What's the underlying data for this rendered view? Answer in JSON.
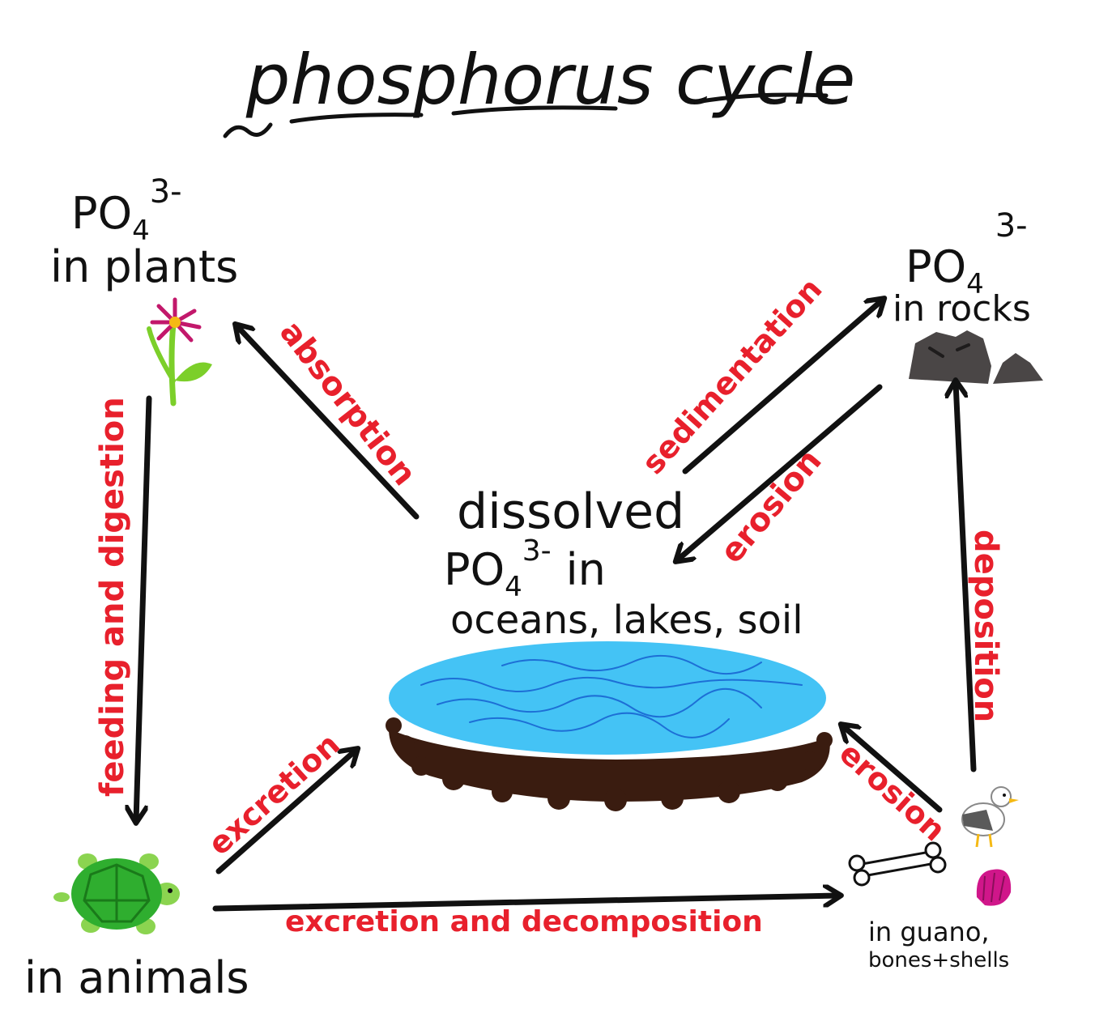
{
  "title": "phosphorus cycle",
  "nodes": {
    "plants": {
      "formula": "PO",
      "sub": "4",
      "charge": "3-",
      "text": "in plants"
    },
    "rocks": {
      "formula": "PO",
      "sub": "4",
      "charge": "3-",
      "text": "in rocks"
    },
    "dissolved": {
      "line1": "dissolved",
      "formula": "PO",
      "sub": "4",
      "charge": "3-",
      "suffix": "in",
      "line3": "oceans, lakes, soil"
    },
    "animals": {
      "text": "in animals"
    },
    "guano": {
      "line1": "in guano,",
      "line2": "bones+shells"
    }
  },
  "processes": {
    "absorption": "absorption",
    "sedimentation": "sedimentation",
    "erosion_rocks": "erosion",
    "feeding": "feeding and digestion",
    "deposition": "deposition",
    "excretion": "excretion",
    "erosion_guano": "erosion",
    "excretion_decomposition": "excretion and decomposition"
  },
  "icons": {
    "flower": "flower-icon",
    "rocks": "rocks-icon",
    "pond": "pond-icon",
    "turtle": "turtle-icon",
    "bone": "bone-icon",
    "seagull": "seagull-icon",
    "shell": "shell-icon"
  },
  "colors": {
    "arrow": "#111111",
    "process_label": "#e8202c",
    "water": "#44c3f5",
    "soil": "#3a1c10",
    "turtle": "#2fae2f",
    "flower": "#c2186b",
    "rock": "#4a4646",
    "shell": "#d0168a"
  }
}
